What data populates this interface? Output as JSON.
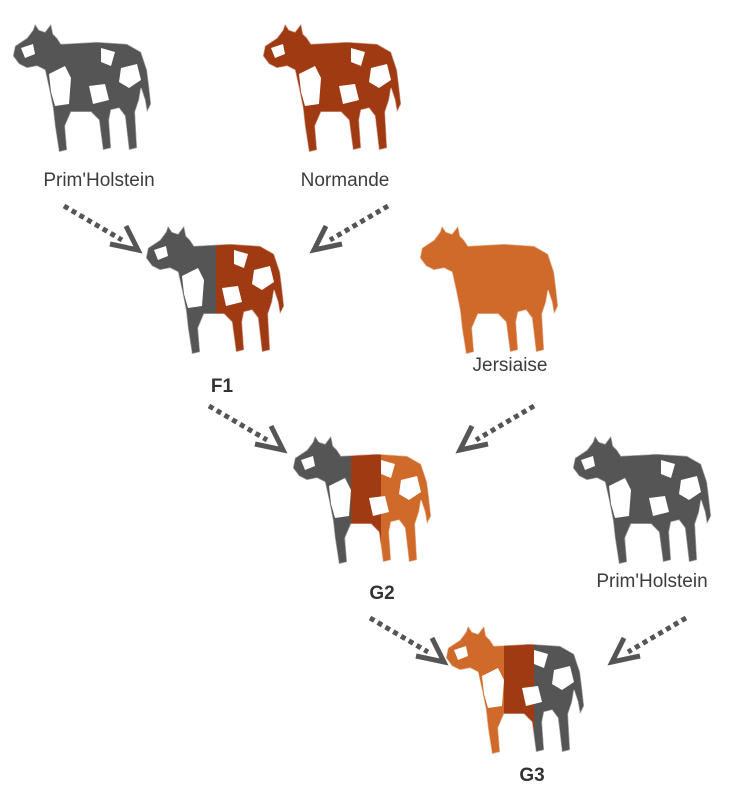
{
  "colors": {
    "holstein": "#555555",
    "normande": "#9f3a12",
    "jersiaise": "#cf6a2a",
    "white": "#ffffff",
    "arrow": "#555555"
  },
  "labels": {
    "parent_holstein_1": "Prim'Holstein",
    "parent_normande": "Normande",
    "parent_jersiaise": "Jersiaise",
    "parent_holstein_2": "Prim'Holstein",
    "f1": "F1",
    "g2": "G2",
    "g3": "G3"
  },
  "cows": [
    {
      "id": "prim-holstein-parent-1",
      "breed_mix": [
        "holstein"
      ]
    },
    {
      "id": "normande-parent",
      "breed_mix": [
        "normande"
      ]
    },
    {
      "id": "f1-cross",
      "breed_mix": [
        "holstein",
        "normande"
      ]
    },
    {
      "id": "jersiaise-parent",
      "breed_mix": [
        "jersiaise"
      ]
    },
    {
      "id": "g2-cross",
      "breed_mix": [
        "holstein",
        "normande",
        "jersiaise"
      ]
    },
    {
      "id": "prim-holstein-parent-2",
      "breed_mix": [
        "holstein"
      ]
    },
    {
      "id": "g3-cross",
      "breed_mix": [
        "jersiaise",
        "normande",
        "holstein"
      ]
    }
  ]
}
